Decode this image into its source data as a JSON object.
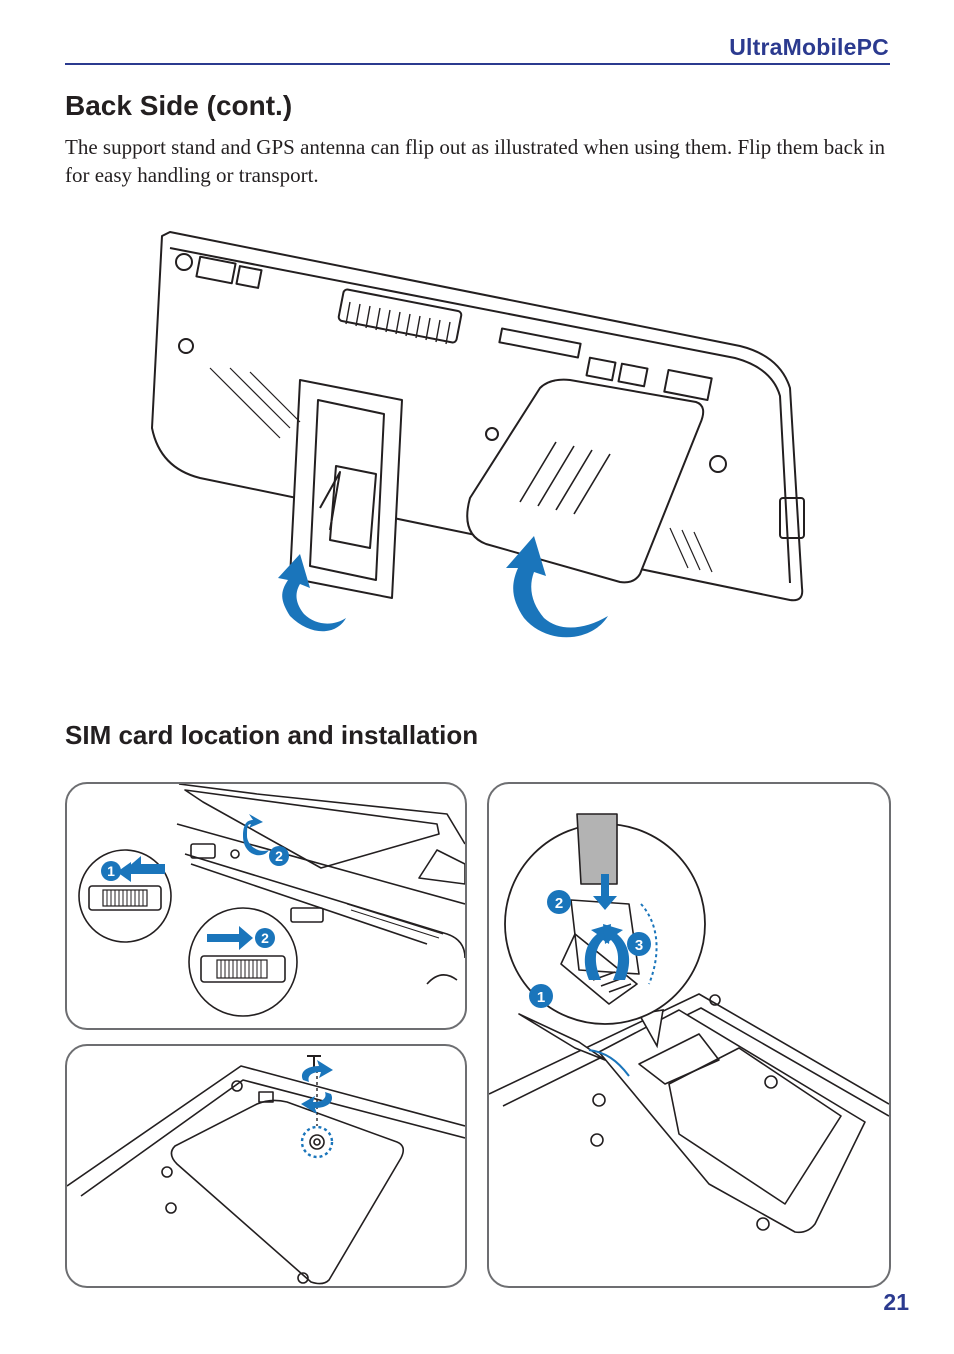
{
  "header": {
    "title": "UltraMobilePC"
  },
  "section": {
    "title": "Back Side (cont.)",
    "intro": "The support stand and GPS antenna can flip out as illustrated when using them. Flip them back in for easy handling or transport."
  },
  "sim_section": {
    "title": "SIM card location and installation"
  },
  "step_markers": {
    "panel1_step1": "1",
    "panel1_step2_top": "2",
    "panel1_step2_bottom": "2",
    "panel3_step1": "1",
    "panel3_step2": "2",
    "panel3_step3": "3"
  },
  "colors": {
    "accent": "#2b3a8f",
    "arrow_blue": "#1a75bb",
    "line": "#231f20"
  },
  "page": {
    "number": "21"
  }
}
